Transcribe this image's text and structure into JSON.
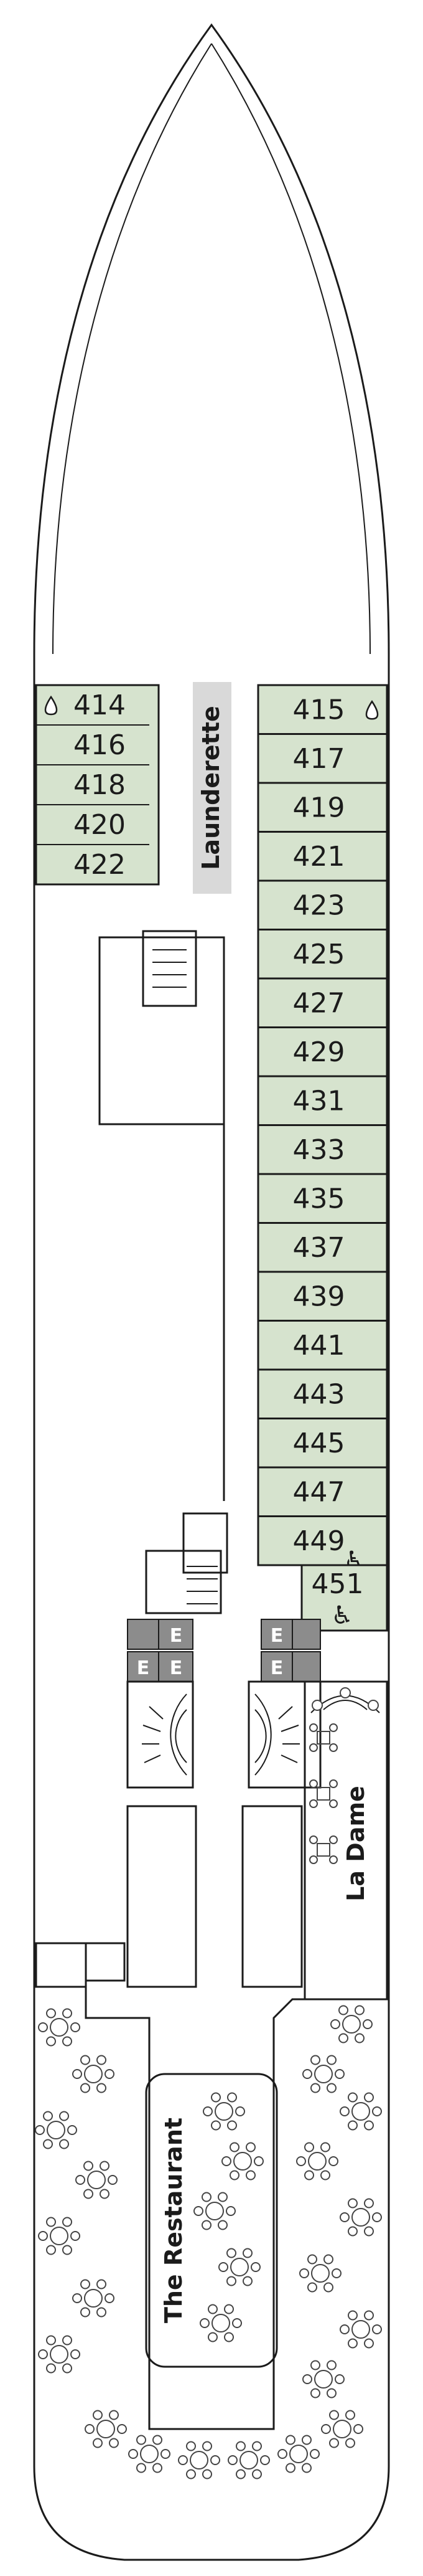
{
  "deck": {
    "port_cabins": [
      {
        "number": "414",
        "symbol": "water-drop-icon"
      },
      {
        "number": "416"
      },
      {
        "number": "418"
      },
      {
        "number": "420"
      },
      {
        "number": "422"
      }
    ],
    "starboard_cabins": [
      {
        "number": "415",
        "symbol": "water-drop-icon"
      },
      {
        "number": "417"
      },
      {
        "number": "419"
      },
      {
        "number": "421"
      },
      {
        "number": "423"
      },
      {
        "number": "425"
      },
      {
        "number": "427"
      },
      {
        "number": "429"
      },
      {
        "number": "431"
      },
      {
        "number": "433"
      },
      {
        "number": "435"
      },
      {
        "number": "437"
      },
      {
        "number": "439"
      },
      {
        "number": "441"
      },
      {
        "number": "443"
      },
      {
        "number": "445"
      },
      {
        "number": "447"
      },
      {
        "number": "449",
        "symbol": "wheelchair-icon"
      },
      {
        "number": "451",
        "symbol": "wheelchair-icon"
      }
    ],
    "labels": {
      "launderette": "Launderette",
      "la_dame": "La Dame",
      "restaurant": "The Restaurant"
    },
    "elevator_letter": "E",
    "colors": {
      "cabin_fill": "#d6e3ce",
      "launderette_fill": "#d9d9d9",
      "elevator_fill": "#8c8c8c",
      "outline": "#1b1b1b"
    }
  }
}
